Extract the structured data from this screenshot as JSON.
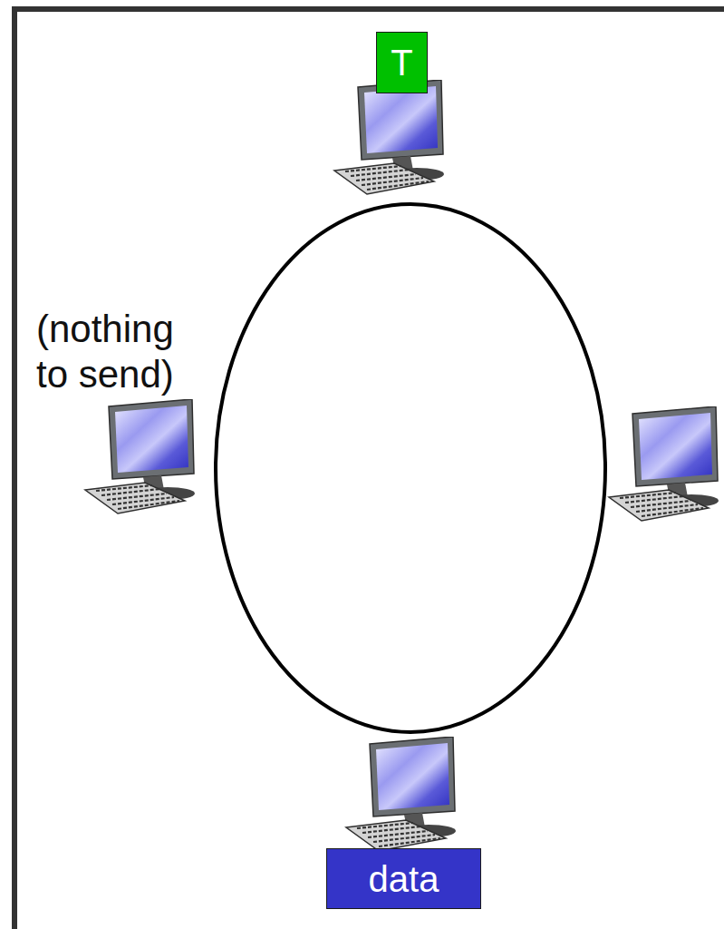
{
  "diagram": {
    "nodes": [
      {
        "text": [
          "T"
        ]
      },
      {
        "text": [
          "data"
        ]
      }
    ],
    "labels": [
      "(nothing to send)"
    ]
  }
}
